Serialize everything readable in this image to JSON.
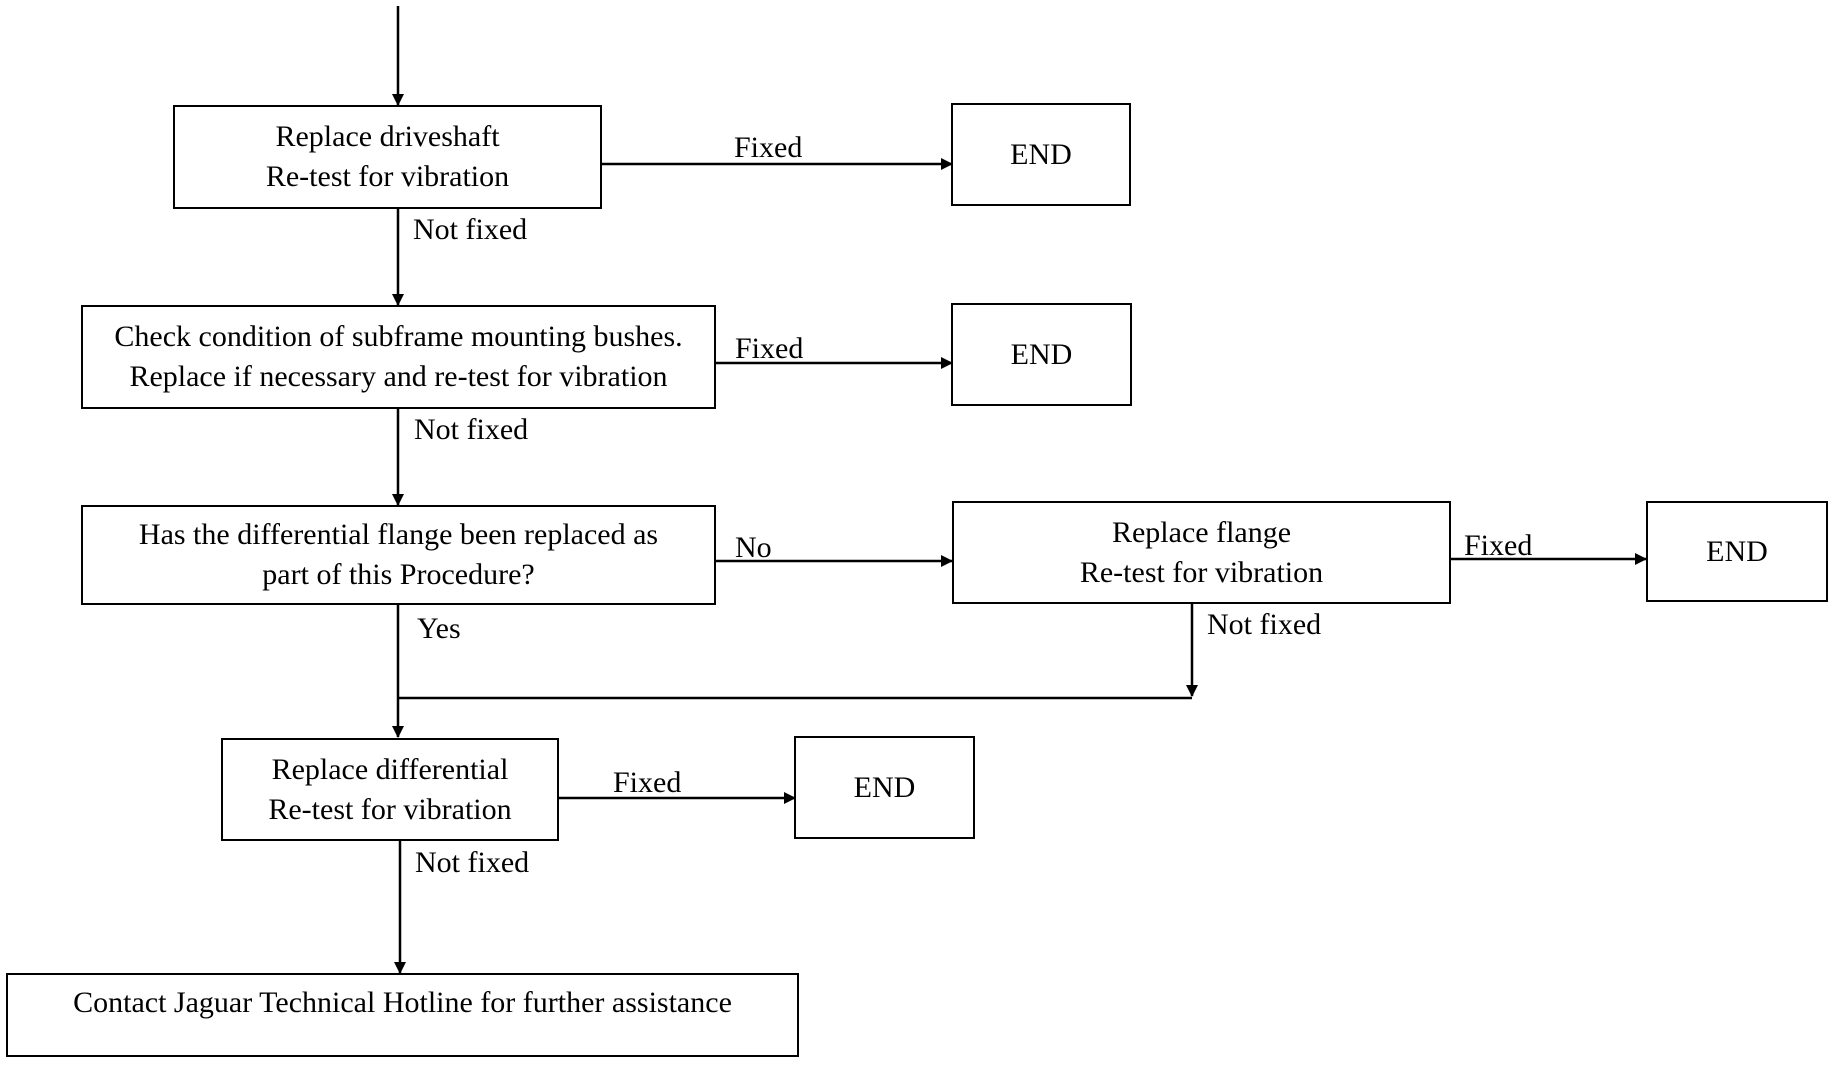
{
  "boxes": {
    "replace_driveshaft": {
      "lines": [
        "Replace driveshaft",
        "Re-test for vibration"
      ]
    },
    "check_subframe": {
      "lines": [
        "Check condition of subframe mounting bushes.",
        "Replace if necessary and re-test for vibration"
      ]
    },
    "flange_question": {
      "lines": [
        "Has the differential flange been replaced as",
        "part of this Procedure?"
      ]
    },
    "replace_flange": {
      "lines": [
        "Replace flange",
        "Re-test for vibration"
      ]
    },
    "replace_differential": {
      "lines": [
        "Replace differential",
        "Re-test for vibration"
      ]
    },
    "contact_hotline": {
      "text": "Contact Jaguar Technical Hotline for further assistance"
    },
    "end": "END"
  },
  "edge_labels": {
    "fixed": "Fixed",
    "not_fixed": "Not fixed",
    "no": "No",
    "yes": "Yes"
  }
}
